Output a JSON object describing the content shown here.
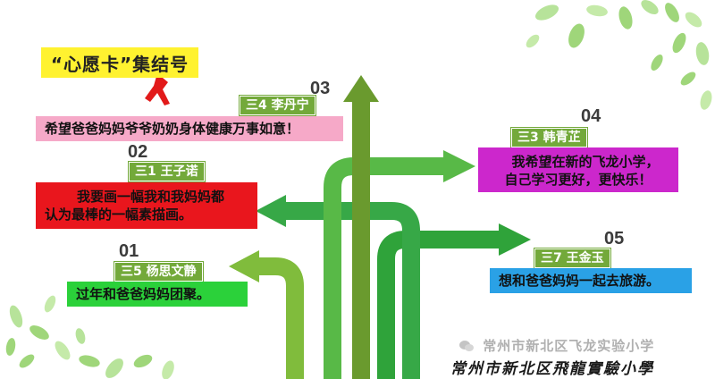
{
  "title": "“心愿卡”集结号",
  "entries": [
    {
      "number": "03",
      "tag": "三4 李丹宁",
      "message": "希望爸爸妈妈爷爷奶奶身体健康万事如意！"
    },
    {
      "number": "02",
      "tag": "三1 王子诺",
      "message_line1": "我要画一幅我和我妈妈都",
      "message_line2": "认为最棒的一幅素描画。"
    },
    {
      "number": "04",
      "tag": "三3 韩青芷",
      "message_line1": "我希望在新的飞龙小学，",
      "message_line2": "自己学习更好，更快乐！"
    },
    {
      "number": "01",
      "tag": "三5 杨思文静",
      "message": "过年和爸爸妈妈团聚。"
    },
    {
      "number": "05",
      "tag": "三7 王金玉",
      "message": "想和爸爸妈妈一起去旅游。"
    }
  ],
  "watermark": "常州市新北区飞龙实验小学",
  "signature": "常州市新北区飛龍實驗小學",
  "colors": {
    "title_bg": "#fff230",
    "tag_bg": "#73a93a",
    "pink": "#f6a9c8",
    "red": "#e9161d",
    "purple": "#cc27cc",
    "green": "#2bd13a",
    "blue": "#2aa1e6",
    "arrow_dark": "#6a9a2e",
    "arrow_light": "#52b848"
  },
  "icons": [
    "leaf-decoration",
    "red-scarf-icon",
    "wechat-icon"
  ]
}
